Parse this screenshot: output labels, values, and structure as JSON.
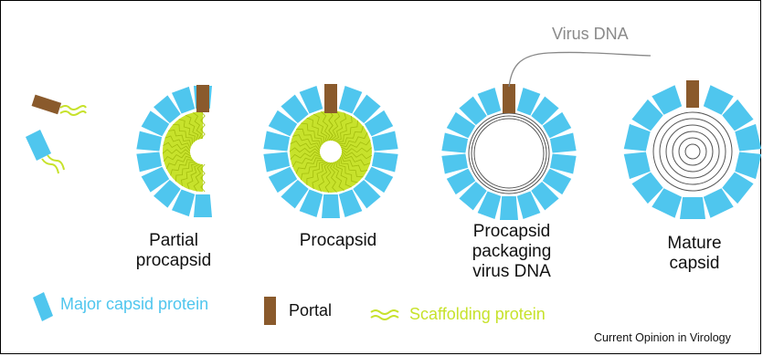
{
  "colors": {
    "capsid": "#4fc6ee",
    "portal": "#8a5a2c",
    "scaffold": "#c7e22c",
    "scaffold_line": "#a3bd0e",
    "dna_line": "#555555",
    "label_grey": "#8a8a8a"
  },
  "stages": [
    {
      "label": "Partial\nprocapsid"
    },
    {
      "label": "Procapsid"
    },
    {
      "label": "Procapsid\npackaging\nvirus DNA"
    },
    {
      "label": "Mature\ncapsid"
    }
  ],
  "dna_label": "Virus DNA",
  "legend": {
    "capsid_label": "Major capsid protein",
    "portal_label": "Portal",
    "scaffold_label": "Scaffolding protein"
  },
  "credit": "Current Opinion in Virology"
}
